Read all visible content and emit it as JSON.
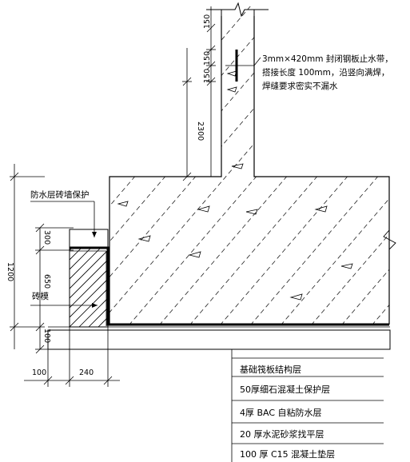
{
  "dimensions": {
    "d150_top": "150",
    "d150_mid": "150",
    "d150_low": "150",
    "d2300": "2300",
    "d1200": "1200",
    "d300": "300",
    "d650": "650",
    "d100_v": "100",
    "d100_h": "100",
    "d240": "240"
  },
  "notes": {
    "waterstop_line1": "3mm×420mm 封闭钢板止水带，",
    "waterstop_line2": "搭接长度 100mm，沿竖向满焊，",
    "waterstop_line3": "焊缝要求密实不漏水",
    "protect_wall": "防水层砖墙保护",
    "brick_mold": "砖模"
  },
  "legend": [
    "基础筏板结构层",
    "50厚细石混凝土保护层",
    "4厚 BAC 自粘防水层",
    "20 厚水泥砂浆找平层",
    "100 厚 C15 混凝土垫层"
  ]
}
